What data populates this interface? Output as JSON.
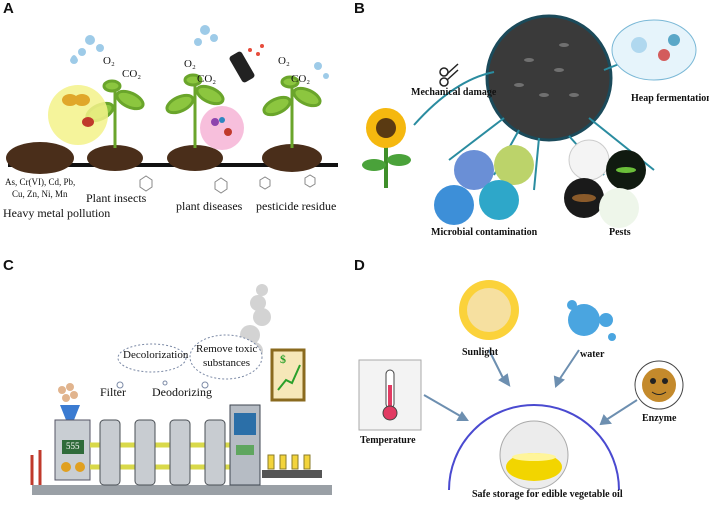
{
  "panels": {
    "a": {
      "letter": "A",
      "labels": {
        "heavy_metal": "Heavy metal pollution",
        "insects": "Plant insects",
        "diseases": "plant diseases",
        "pesticide": "pesticide residue",
        "metals_line1": "As, Cr(VI), Cd, Pb,",
        "metals_line2": "Cu, Zn, Ni, Mn",
        "o2": "O₂",
        "co2": "CO₂"
      }
    },
    "b": {
      "letter": "B",
      "labels": {
        "mechanical": "Mechanical damage",
        "heap": "Heap fermentation",
        "microbial": "Microbial contamination",
        "pests": "Pests"
      }
    },
    "c": {
      "letter": "C",
      "labels": {
        "filter": "Filter",
        "decolorization": "Decolorization",
        "remove_line1": "Remove toxic",
        "remove_line2": "substances",
        "deodorizing": "Deodorizing",
        "counter": "555",
        "sign": "$"
      }
    },
    "d": {
      "letter": "D",
      "labels": {
        "sunlight": "Sunlight",
        "water": "water",
        "temperature": "Temperature",
        "enzyme": "Enzyme",
        "safe": "Safe storage for edible vegetable oil"
      }
    }
  }
}
